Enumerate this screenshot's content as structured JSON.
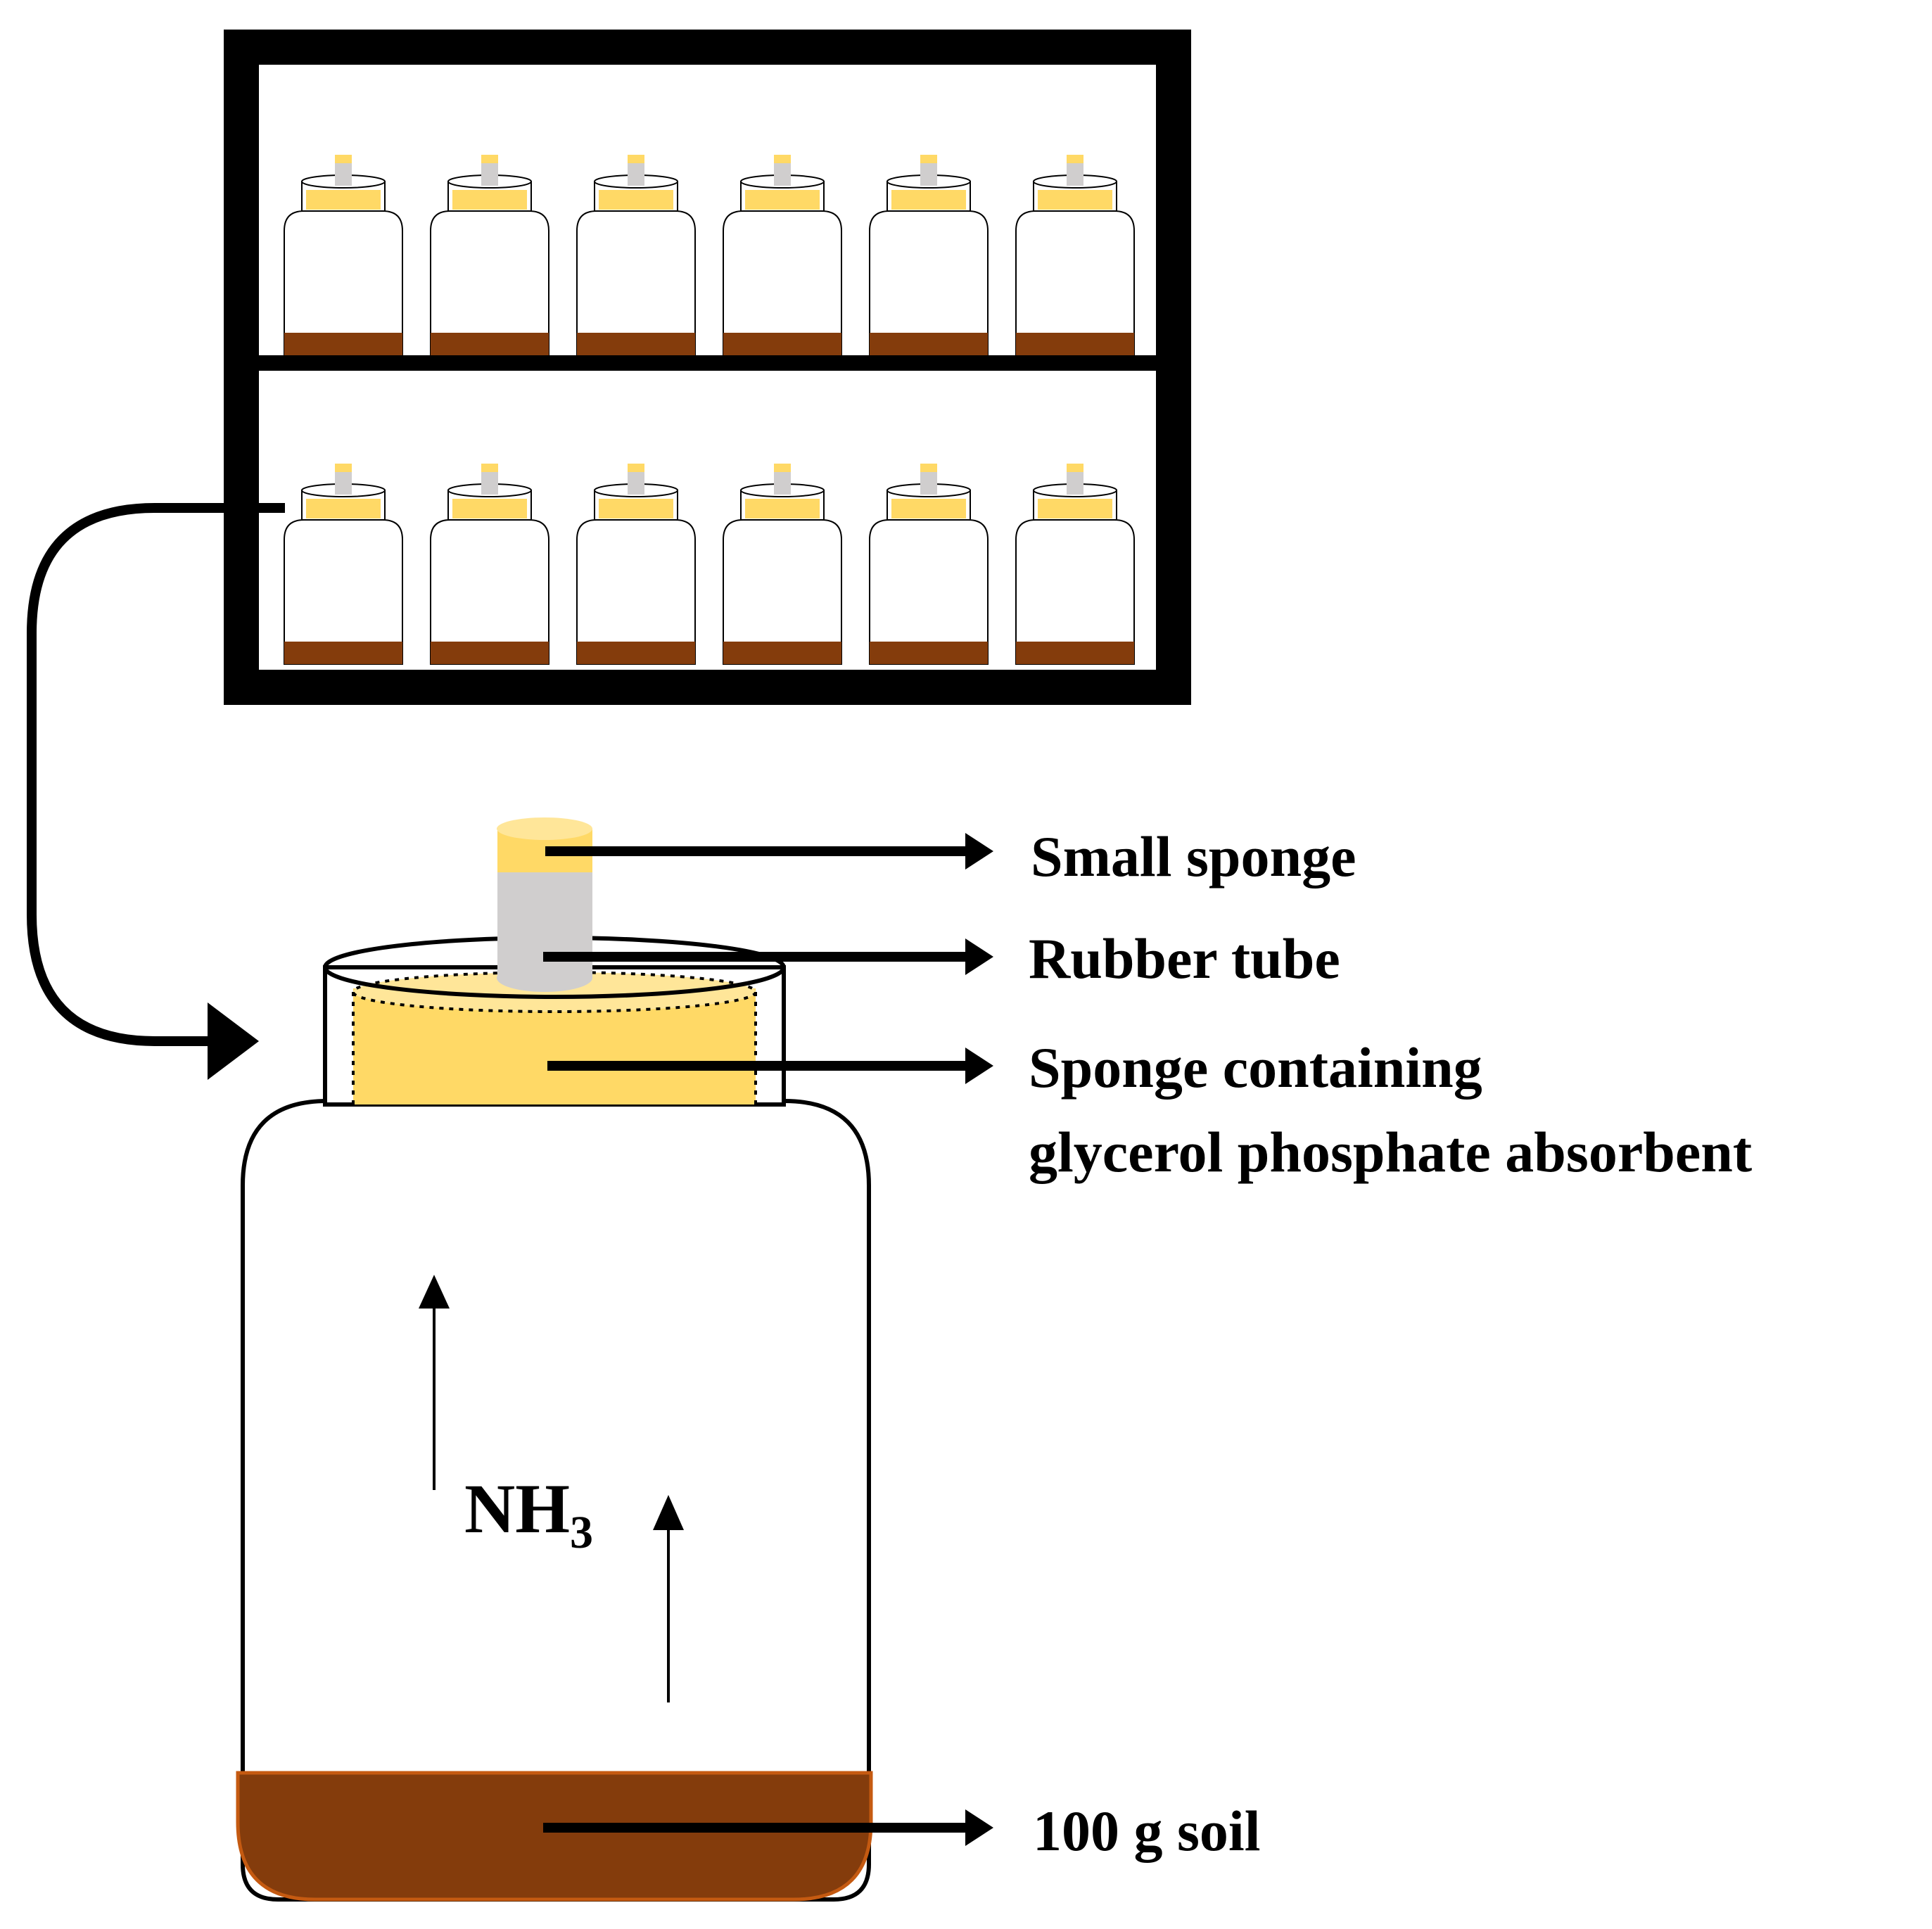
{
  "labels": {
    "small_sponge": "Small sponge",
    "rubber_tube": "Rubber tube",
    "sponge_line1": "Sponge containing",
    "sponge_line2": "glycerol phosphate absorbent",
    "soil": "100 g soil",
    "gas_main": "NH",
    "gas_sub": "3"
  },
  "shelf": {
    "rows": 2,
    "jars_per_row": 6
  },
  "colors": {
    "frame": "#000000",
    "soil": "#843C0C",
    "soil_edge": "#C55A11",
    "sponge": "#FFD966",
    "tube": "#D0CECE",
    "jar_outline": "#000000"
  }
}
